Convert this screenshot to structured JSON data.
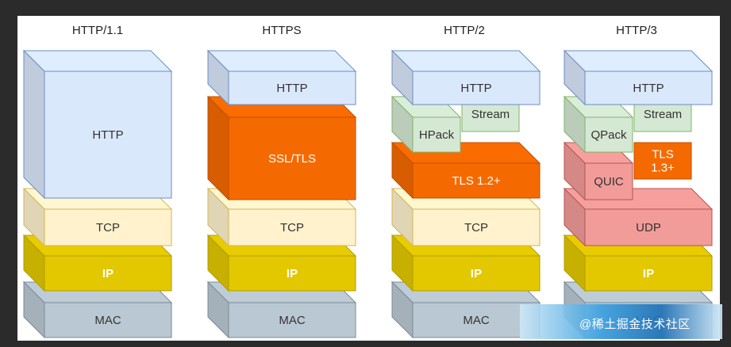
{
  "columns": [
    {
      "title": "HTTP/1.1"
    },
    {
      "title": "HTTPS"
    },
    {
      "title": "HTTP/2"
    },
    {
      "title": "HTTP/3"
    }
  ],
  "layers": {
    "http": "HTTP",
    "ssl": "SSL/TLS",
    "tcp": "TCP",
    "ip": "IP",
    "mac": "MAC",
    "hpack": "HPack",
    "stream": "Stream",
    "tls12": "TLS 1.2+",
    "qpack": "QPack",
    "quic": "QUIC",
    "tls13_line1": "TLS",
    "tls13_line2": "1.3+",
    "udp": "UDP"
  },
  "watermark": "@稀土掘金技术社区",
  "colors": {
    "http": "#dae8fc",
    "ssl": "#f56a00",
    "tcp": "#fff2cc",
    "ip": "#e3c800",
    "mac": "#bac8d3",
    "green": "#d5e8d4",
    "red": "#f19c99"
  }
}
